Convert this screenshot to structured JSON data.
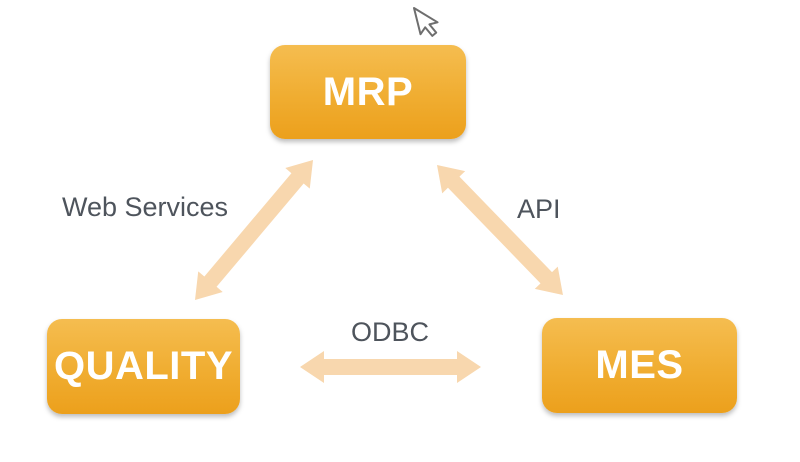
{
  "diagram": {
    "title": "MRP / MES / QUALITY integration diagram",
    "nodes": [
      {
        "id": "mrp",
        "label": "MRP"
      },
      {
        "id": "quality",
        "label": "QUALITY"
      },
      {
        "id": "mes",
        "label": "MES"
      }
    ],
    "connections": [
      {
        "id": "web-services",
        "label": "Web Services",
        "from": "quality",
        "to": "mrp",
        "bidirectional": true
      },
      {
        "id": "api",
        "label": "API",
        "from": "mrp",
        "to": "mes",
        "bidirectional": true
      },
      {
        "id": "odbc",
        "label": "ODBC",
        "from": "quality",
        "to": "mes",
        "bidirectional": true
      }
    ],
    "colors": {
      "node_gradient_top": "#f5bd50",
      "node_gradient_bottom": "#eca01c",
      "node_text": "#ffffff",
      "arrow_fill": "#f8d7ae",
      "connection_label_text": "#4e545c",
      "background": "#ffffff"
    },
    "icons": [
      {
        "name": "mouse-cursor-icon",
        "description": "white arrow pointer with gray outline near top of MRP box"
      }
    ]
  }
}
